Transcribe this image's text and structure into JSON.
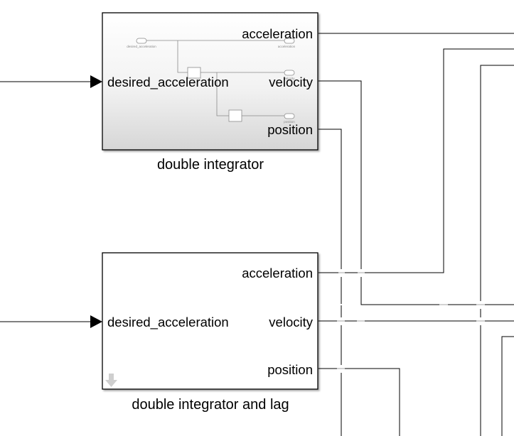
{
  "blocks": [
    {
      "name": "double integrator",
      "input_port": "desired_acceleration",
      "output_ports": [
        "acceleration",
        "velocity",
        "position"
      ],
      "preview": {
        "in_label": "desired_acceleration",
        "out_labels": [
          "acceleration",
          "velocity",
          "position"
        ]
      }
    },
    {
      "name": "double integrator and lag",
      "input_port": "desired_acceleration",
      "output_ports": [
        "acceleration",
        "velocity",
        "position"
      ]
    }
  ],
  "colors": {
    "wire": "#000000",
    "block_border": "#000000",
    "block_gradient_top": "#ffffff",
    "block_gradient_bottom": "#d9d9d9",
    "preview_wire": "#8a8a8a",
    "mask_arrow": "#c8c8c8"
  },
  "icons": {
    "mask_indicator": "down-arrow-icon",
    "input_arrow": "triangle-arrow-icon"
  }
}
